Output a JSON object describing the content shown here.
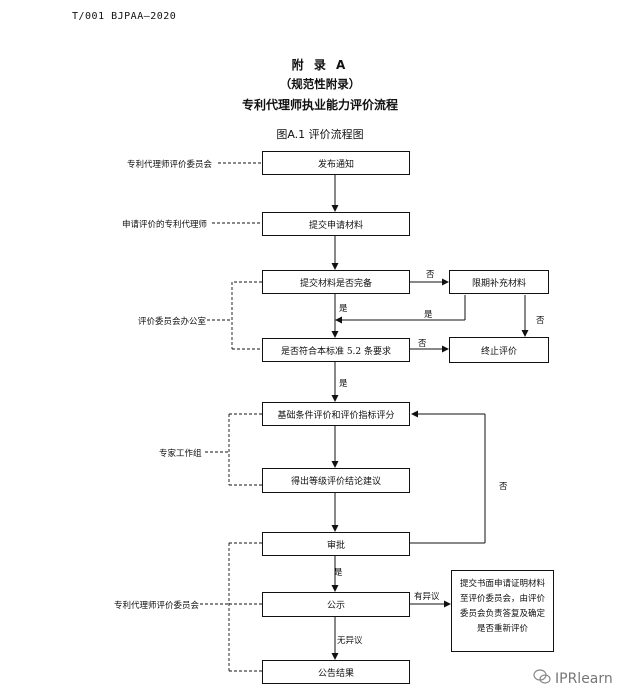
{
  "header": {
    "code": "T/001 BJPAA—2020"
  },
  "titles": {
    "appendix": "附 录 A",
    "normative": "（规范性附录）",
    "main": "专利代理师执业能力评价流程",
    "figure": "图A.1  评价流程图"
  },
  "roles": {
    "committee_top": "专利代理师评价委员会",
    "applicant": "申请评价的专利代理师",
    "office": "评价委员会办公室",
    "expert_group": "专家工作组",
    "committee_bottom": "专利代理师评价委员会"
  },
  "steps": {
    "publish": "发布通知",
    "submit": "提交申请材料",
    "complete_q": "提交材料是否完备",
    "supplement": "限期补充材料",
    "meet_q": "是否符合本标准 5.2 条要求",
    "terminate": "终止评价",
    "basic_eval": "基础条件评价和评价指标评分",
    "level": "得出等级评价结论建议",
    "approve": "审批",
    "announce": "公示",
    "result": "公告结果"
  },
  "note": [
    "提交书面申请证明材料",
    "至评价委员会，由评价",
    "委员会负责答复及确定",
    "是否重新评价"
  ],
  "edges": {
    "no1": "否",
    "yes1": "是",
    "yes2": "是",
    "no2": "否",
    "no3": "否",
    "yes3": "是",
    "no4": "否",
    "yes4": "是",
    "objection": "有异议",
    "no_objection": "无异议"
  },
  "watermark": {
    "text": "IPRlearn",
    "icon": "wechat-icon"
  }
}
